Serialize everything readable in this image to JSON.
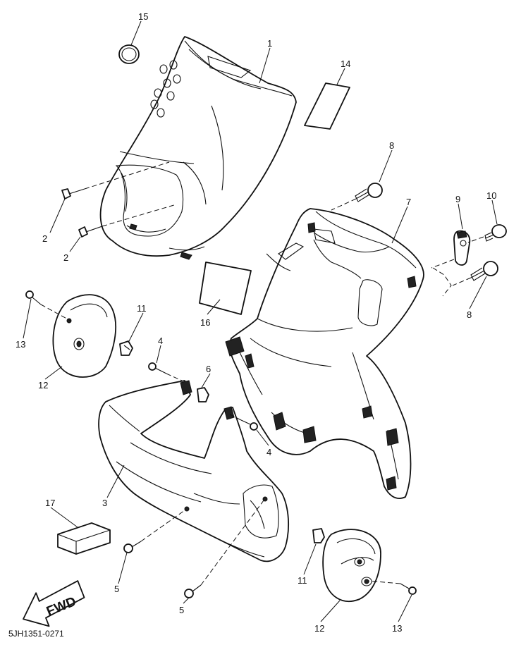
{
  "diagram_code": "5JH1351-0271",
  "fwd_label": "FWD",
  "callouts": [
    {
      "key": "c15",
      "text": "15"
    },
    {
      "key": "c1",
      "text": "1"
    },
    {
      "key": "c14",
      "text": "14"
    },
    {
      "key": "c8a",
      "text": "8"
    },
    {
      "key": "c7",
      "text": "7"
    },
    {
      "key": "c9",
      "text": "9"
    },
    {
      "key": "c10",
      "text": "10"
    },
    {
      "key": "c2a",
      "text": "2"
    },
    {
      "key": "c2b",
      "text": "2"
    },
    {
      "key": "c8b",
      "text": "8"
    },
    {
      "key": "c11a",
      "text": "11"
    },
    {
      "key": "c16",
      "text": "16"
    },
    {
      "key": "c13a",
      "text": "13"
    },
    {
      "key": "c4a",
      "text": "4"
    },
    {
      "key": "c12a",
      "text": "12"
    },
    {
      "key": "c6",
      "text": "6"
    },
    {
      "key": "c4b",
      "text": "4"
    },
    {
      "key": "c3",
      "text": "3"
    },
    {
      "key": "c17",
      "text": "17"
    },
    {
      "key": "c5a",
      "text": "5"
    },
    {
      "key": "c11b",
      "text": "11"
    },
    {
      "key": "c5b",
      "text": "5"
    },
    {
      "key": "c12b",
      "text": "12"
    },
    {
      "key": "c13b",
      "text": "13"
    }
  ]
}
